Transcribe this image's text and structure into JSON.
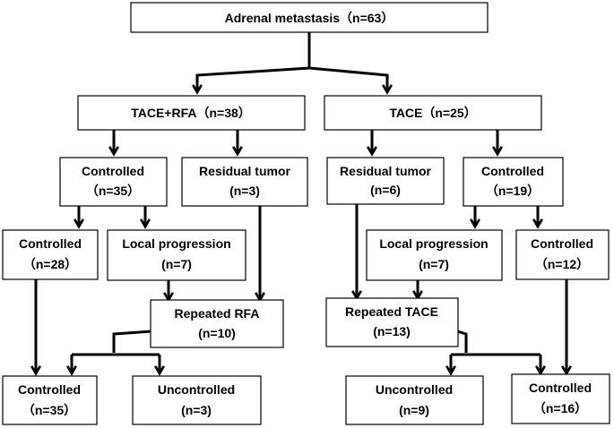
{
  "nodes": {
    "root": {
      "lines": [
        "Adrenal metastasis（n=63）"
      ]
    },
    "tace_rfa": {
      "lines": [
        "TACE+RFA（n=38）"
      ]
    },
    "tace": {
      "lines": [
        "TACE（n=25）"
      ]
    },
    "l_controlled": {
      "lines": [
        "Controlled",
        "（n=35）"
      ]
    },
    "l_residual": {
      "lines": [
        "Residual tumor",
        "(n=3)"
      ]
    },
    "r_residual": {
      "lines": [
        "Residual tumor",
        "(n=6)"
      ]
    },
    "r_controlled": {
      "lines": [
        "Controlled",
        "（n=19）"
      ]
    },
    "l_controlled2": {
      "lines": [
        "Controlled",
        "（n=28）"
      ]
    },
    "l_localprog": {
      "lines": [
        "Local progression",
        "(n=7)"
      ]
    },
    "r_localprog": {
      "lines": [
        "Local progression",
        "(n=7)"
      ]
    },
    "r_controlled2": {
      "lines": [
        "Controlled",
        "（n=12）"
      ]
    },
    "repeated_rfa": {
      "lines": [
        "Repeated RFA",
        "(n=10)"
      ]
    },
    "repeated_tace": {
      "lines": [
        "Repeated TACE",
        "(n=13)"
      ]
    },
    "l_final_ctrl": {
      "lines": [
        "Controlled",
        "（n=35）"
      ]
    },
    "l_final_unctl": {
      "lines": [
        "Uncontrolled",
        "(n=3)"
      ]
    },
    "r_final_unctl": {
      "lines": [
        "Uncontrolled",
        "(n=9)"
      ]
    },
    "r_final_ctrl": {
      "lines": [
        "Controlled",
        "（n=16）"
      ]
    }
  },
  "edges": [
    [
      "root",
      "tace_rfa"
    ],
    [
      "root",
      "tace"
    ],
    [
      "tace_rfa",
      "l_controlled"
    ],
    [
      "tace_rfa",
      "l_residual"
    ],
    [
      "tace",
      "r_residual"
    ],
    [
      "tace",
      "r_controlled"
    ],
    [
      "l_controlled",
      "l_controlled2"
    ],
    [
      "l_controlled",
      "l_localprog"
    ],
    [
      "r_controlled",
      "r_localprog"
    ],
    [
      "r_controlled",
      "r_controlled2"
    ],
    [
      "l_localprog",
      "repeated_rfa"
    ],
    [
      "l_residual",
      "repeated_rfa"
    ],
    [
      "r_residual",
      "repeated_tace"
    ],
    [
      "r_localprog",
      "repeated_tace"
    ],
    [
      "repeated_rfa",
      "l_final_ctrl"
    ],
    [
      "repeated_rfa",
      "l_final_unctl"
    ],
    [
      "l_controlled2",
      "l_final_ctrl"
    ],
    [
      "repeated_tace",
      "r_final_unctl"
    ],
    [
      "repeated_tace",
      "r_final_ctrl"
    ],
    [
      "r_controlled2",
      "r_final_ctrl"
    ]
  ]
}
